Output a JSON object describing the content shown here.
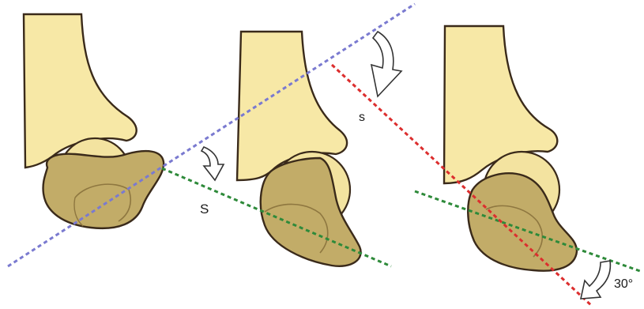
{
  "diagram": {
    "labels": {
      "s_left": "S",
      "s_middle": "s",
      "angle": "30°"
    },
    "colors": {
      "background": "#ffffff",
      "bone_fill": "#f7e8a6",
      "bone_stroke": "#3a2a1a",
      "talus_fill": "#c2ac68",
      "talus_inner_line": "#8e7740",
      "head_fill": "#f3e3a0",
      "blue_dashed_line": "#7a7ad0",
      "green_dashed_line": "#2e8a3a",
      "red_dashed_line": "#dc2e2e",
      "arrow_fill": "#ffffff",
      "arrow_stroke": "#333333"
    }
  }
}
